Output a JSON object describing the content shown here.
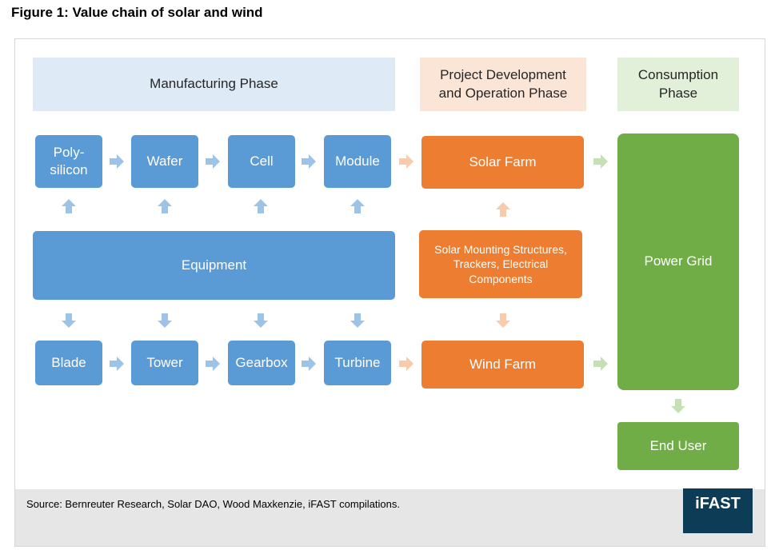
{
  "figure_title": "Figure 1: Value chain of solar and wind",
  "phases": {
    "manufacturing": "Manufacturing Phase",
    "project": "Project Development and Operation Phase",
    "consumption": "Consumption Phase"
  },
  "solar_chain": [
    "Poly-silicon",
    "Wafer",
    "Cell",
    "Module"
  ],
  "wind_chain": [
    "Blade",
    "Tower",
    "Gearbox",
    "Turbine"
  ],
  "equipment": "Equipment",
  "solar_farm": "Solar Farm",
  "wind_farm": "Wind Farm",
  "mounting": "Solar Mounting Structures, Trackers, Electrical Components",
  "power_grid": "Power Grid",
  "end_user": "End User",
  "source": "Source: Bernreuter Research, Solar DAO, Wood Maxkenzie, iFAST compilations.",
  "logo": "iFAST",
  "colors": {
    "blue": "#5b9bd5",
    "light_blue_arrow": "#9dc3e6",
    "orange": "#ed7d31",
    "light_orange_arrow": "#f8cbad",
    "green": "#70ad47",
    "light_green_arrow": "#c5e0b4",
    "phase_blue": "#deebf7",
    "phase_orange": "#fbe5d6",
    "phase_green": "#e2f0d9",
    "logo_bg": "#0d3d56"
  }
}
